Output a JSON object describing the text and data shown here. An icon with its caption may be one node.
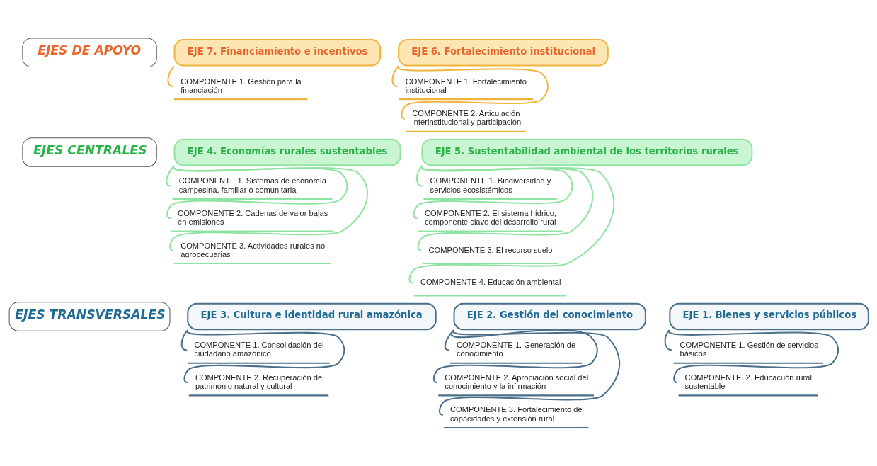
{
  "diagram": {
    "nodes": [
      {
        "text": [
          "EJES DE APOYO"
        ]
      },
      {
        "text": [
          "EJE 7. Financiamiento e incentivos"
        ]
      },
      {
        "text": [
          "COMPONENTE 1. Gestión para la financiación"
        ]
      },
      {
        "text": [
          "EJE 6. Fortalecimiento institucional"
        ]
      },
      {
        "text": [
          "COMPONENTE 1. Fortalecimiento institucional"
        ]
      },
      {
        "text": [
          "COMPONENTE 2. Articulación interinstitucional y participación"
        ]
      },
      {
        "text": [
          "EJES CENTRALES"
        ]
      },
      {
        "text": [
          "EJE 4. Economías rurales sustentables"
        ]
      },
      {
        "text": [
          "COMPONENTE 1. Sistemas de economía campesina, familiar o comunitaria"
        ]
      },
      {
        "text": [
          "COMPONENTE 2. Cadenas de valor bajas en emisiones"
        ]
      },
      {
        "text": [
          "COMPONENTE 3. Actividades rurales no agropecuarias"
        ]
      },
      {
        "text": [
          "EJE 5. Sustentabilidad ambiental de los territorios rurales"
        ]
      },
      {
        "text": [
          "COMPONENTE 1. Biodiversidad y servicios ecosistémicos"
        ]
      },
      {
        "text": [
          "COMPONENTE 2. El sistema hídrico, componente clave del desarrollo rural"
        ]
      },
      {
        "text": [
          "COMPONENTE 3. El recurso suelo"
        ]
      },
      {
        "text": [
          "COMPONENTE 4. Educación ambiental"
        ]
      },
      {
        "text": [
          "EJES TRANSVERSALES"
        ]
      },
      {
        "text": [
          "EJE 3. Cultura e identidad rural amazónica"
        ]
      },
      {
        "text": [
          "COMPONENTE 1. Consolidación del ciudadano amazónico"
        ]
      },
      {
        "text": [
          "COMPONENTE 2. Recuperación de patrimonio natural y cultural"
        ]
      },
      {
        "text": [
          "EJE 2. Gestión del conocimiento"
        ]
      },
      {
        "text": [
          "COMPONENTE 1. Generación de conocimiento"
        ]
      },
      {
        "text": [
          "COMPONENTE 2. Apropiación social del conocimiento y la infirmación"
        ]
      },
      {
        "text": [
          "COMPONENTE 3. Fortalecimiento de capacidades y extensión rural"
        ]
      },
      {
        "text": [
          "EJE 1. Bienes y servicios públicos"
        ]
      },
      {
        "text": [
          "COMPONENTE 1. Gestión de servicios básicos"
        ]
      },
      {
        "text": [
          "COMPONENTE. 2. Educacuón rural sustentable"
        ]
      }
    ],
    "edges": [
      {
        "from": 1,
        "to": 2,
        "arrow": "none",
        "color": "#f0b43c"
      },
      {
        "from": 3,
        "to": 4,
        "arrow": "none",
        "color": "#f0b43c"
      },
      {
        "from": 3,
        "to": 5,
        "arrow": "none",
        "color": "#f0b43c"
      },
      {
        "from": 7,
        "to": 8,
        "arrow": "none",
        "color": "#8fe3a0"
      },
      {
        "from": 7,
        "to": 9,
        "arrow": "none",
        "color": "#8fe3a0"
      },
      {
        "from": 7,
        "to": 10,
        "arrow": "none",
        "color": "#8fe3a0"
      },
      {
        "from": 11,
        "to": 12,
        "arrow": "none",
        "color": "#8fe3a0"
      },
      {
        "from": 11,
        "to": 13,
        "arrow": "none",
        "color": "#8fe3a0"
      },
      {
        "from": 11,
        "to": 14,
        "arrow": "none",
        "color": "#8fe3a0"
      },
      {
        "from": 11,
        "to": 15,
        "arrow": "none",
        "color": "#8fe3a0"
      },
      {
        "from": 17,
        "to": 18,
        "arrow": "none",
        "color": "#4a6f8a"
      },
      {
        "from": 17,
        "to": 19,
        "arrow": "none",
        "color": "#4a6f8a"
      },
      {
        "from": 20,
        "to": 21,
        "arrow": "none",
        "color": "#4a6f8a"
      },
      {
        "from": 20,
        "to": 22,
        "arrow": "none",
        "color": "#4a6f8a"
      },
      {
        "from": 20,
        "to": 23,
        "arrow": "none",
        "color": "#4a6f8a"
      },
      {
        "from": 24,
        "to": 25,
        "arrow": "none",
        "color": "#4a6f8a"
      },
      {
        "from": 24,
        "to": 26,
        "arrow": "none",
        "color": "#4a6f8a"
      }
    ]
  }
}
